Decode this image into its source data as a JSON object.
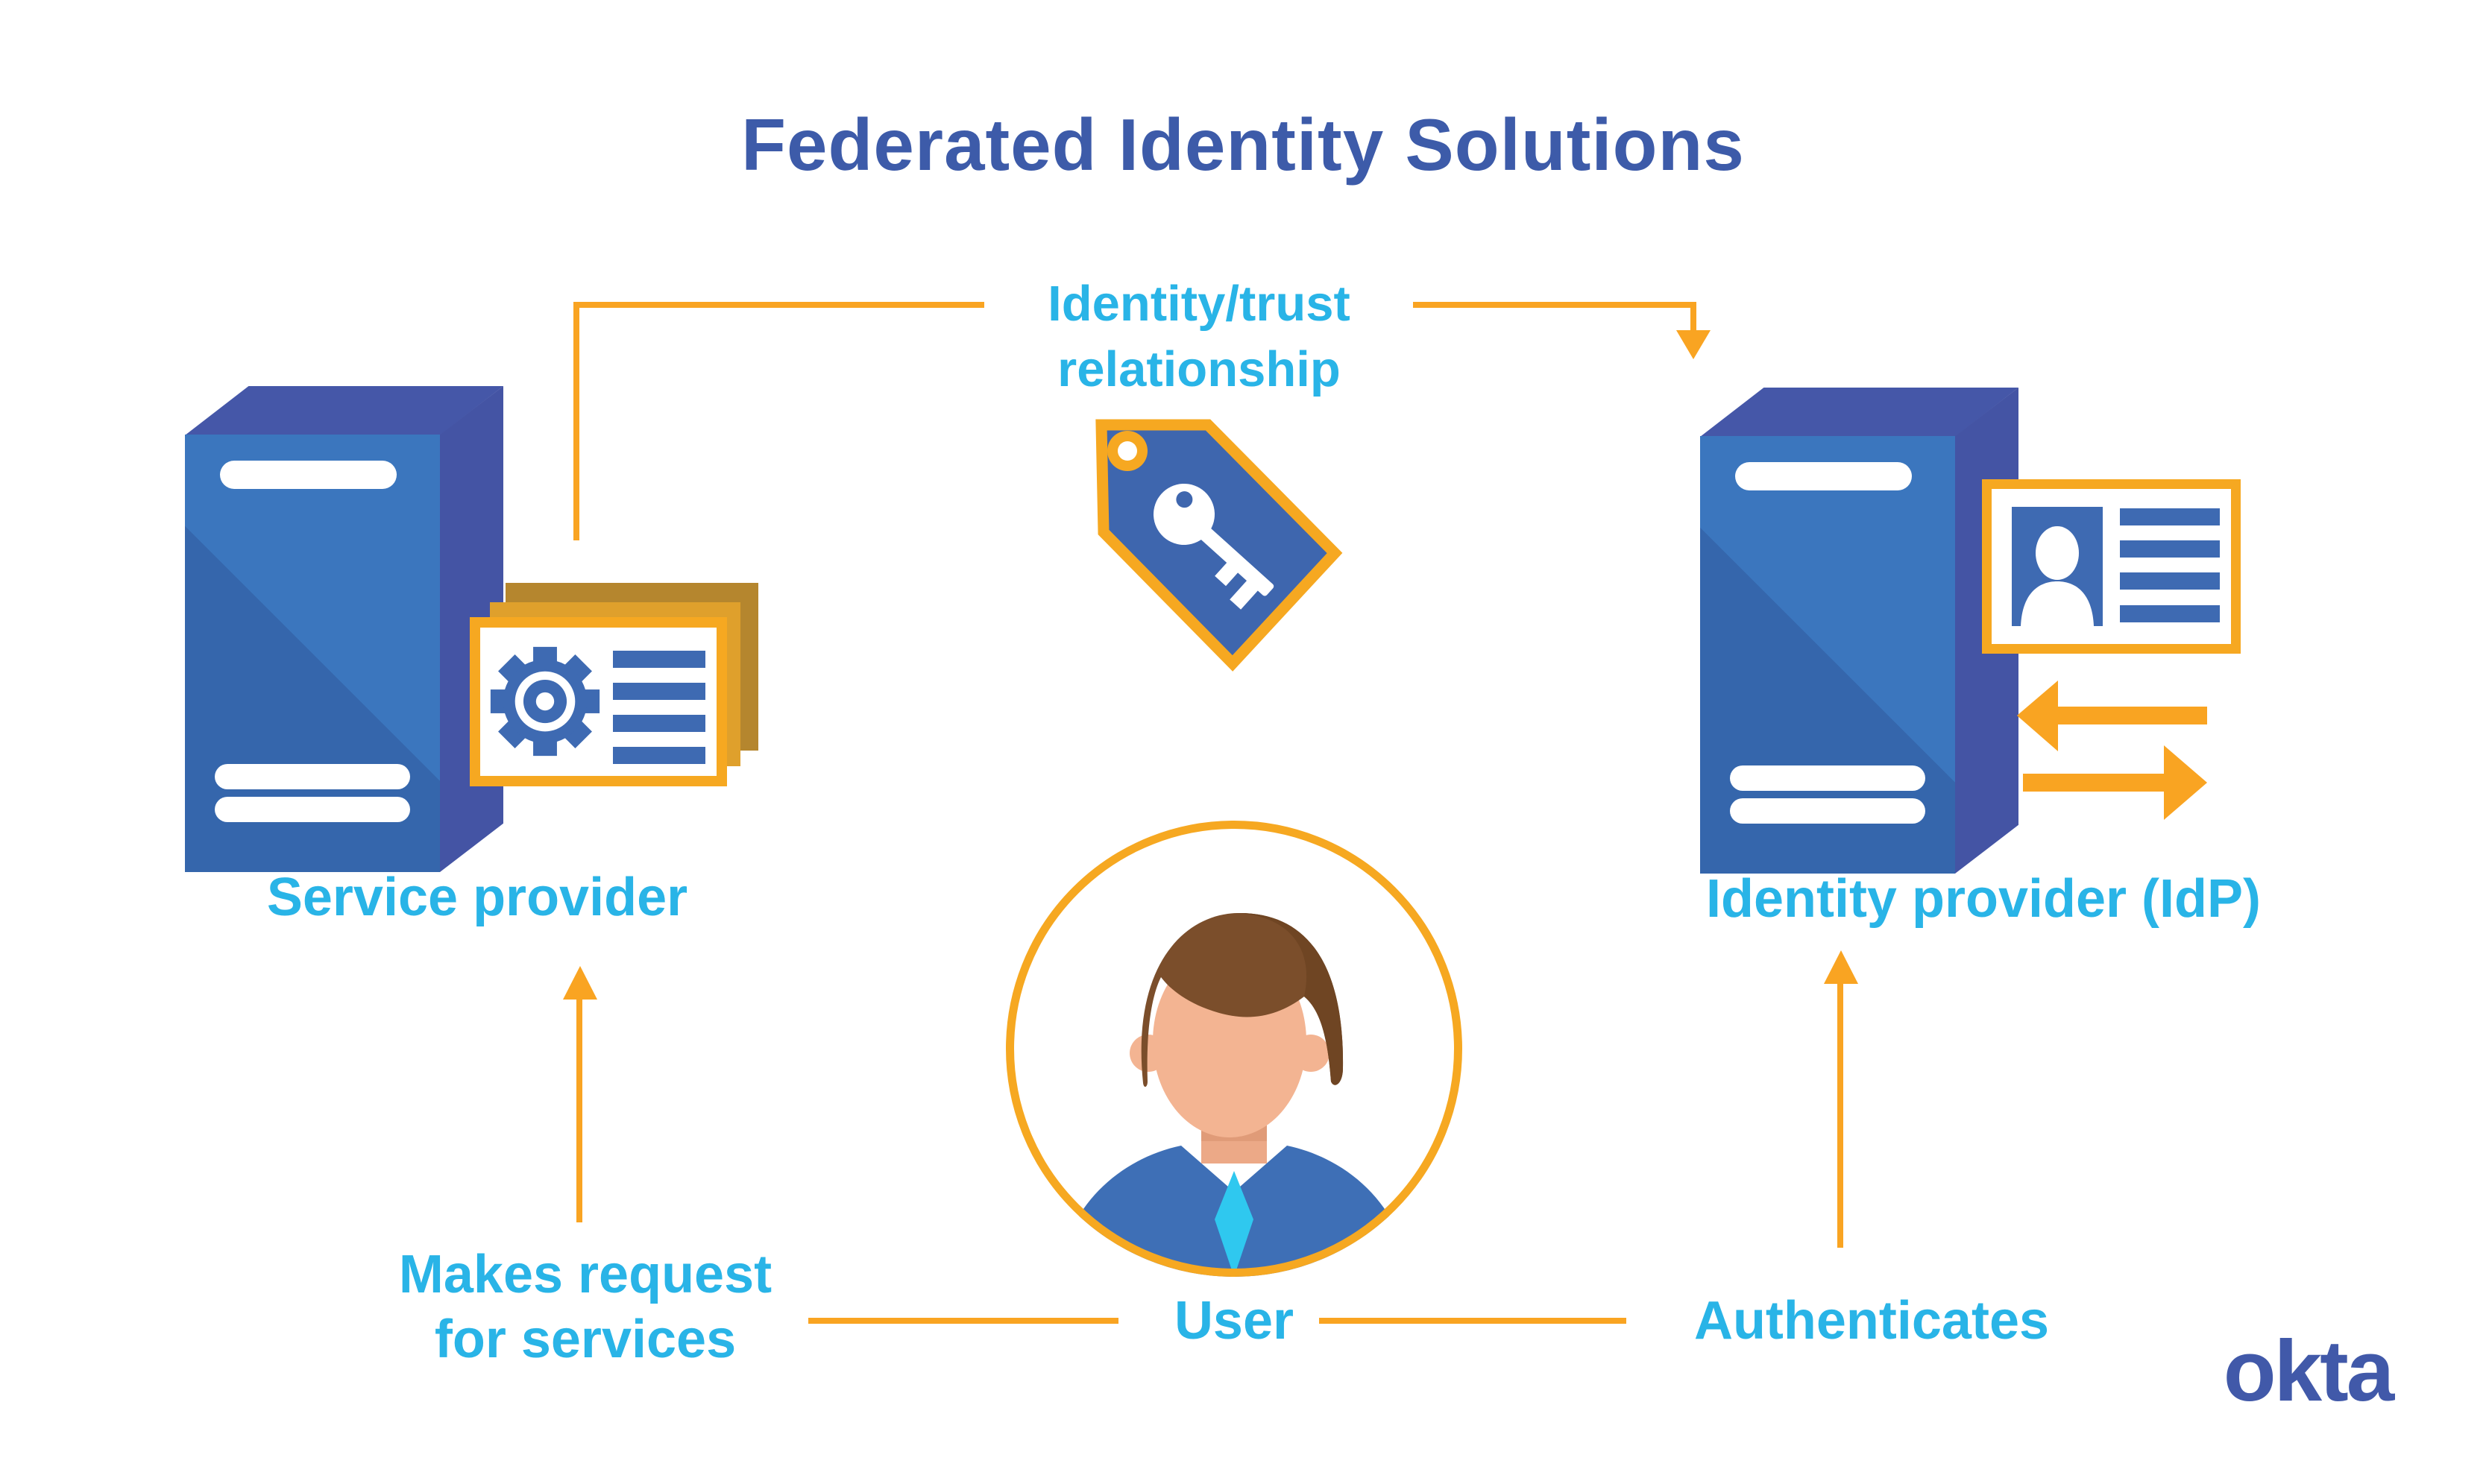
{
  "title": "Federated Identity Solutions",
  "connections": {
    "trust_line1": "Identity/trust",
    "trust_line2": "relationship",
    "request_line1": "Makes request",
    "request_line2": "for services",
    "authenticates": "Authenticates"
  },
  "entities": {
    "service_provider": "Service provider",
    "identity_provider": "Identity provider (IdP)",
    "user": "User"
  },
  "branding": {
    "logo_text": "okta"
  },
  "colors": {
    "heading_blue": "#3D5BA9",
    "label_light_blue": "#29B4E7",
    "line_orange": "#F9A422",
    "border_orange": "#F6A821",
    "icon_blue": "#3E6AB2",
    "server_side_indigo": "#4454A4",
    "server_front_dark": "#3566AC",
    "server_front_light": "#3B76BE",
    "gold_back": "#B5862E",
    "gold_mid": "#DFA02C",
    "hair_brown": "#7B4E2B",
    "skin": "#F3B492",
    "shirt_blue": "#3E6FB6",
    "tie_cyan": "#2FC8EF",
    "logo_indigo": "#4159A9"
  }
}
